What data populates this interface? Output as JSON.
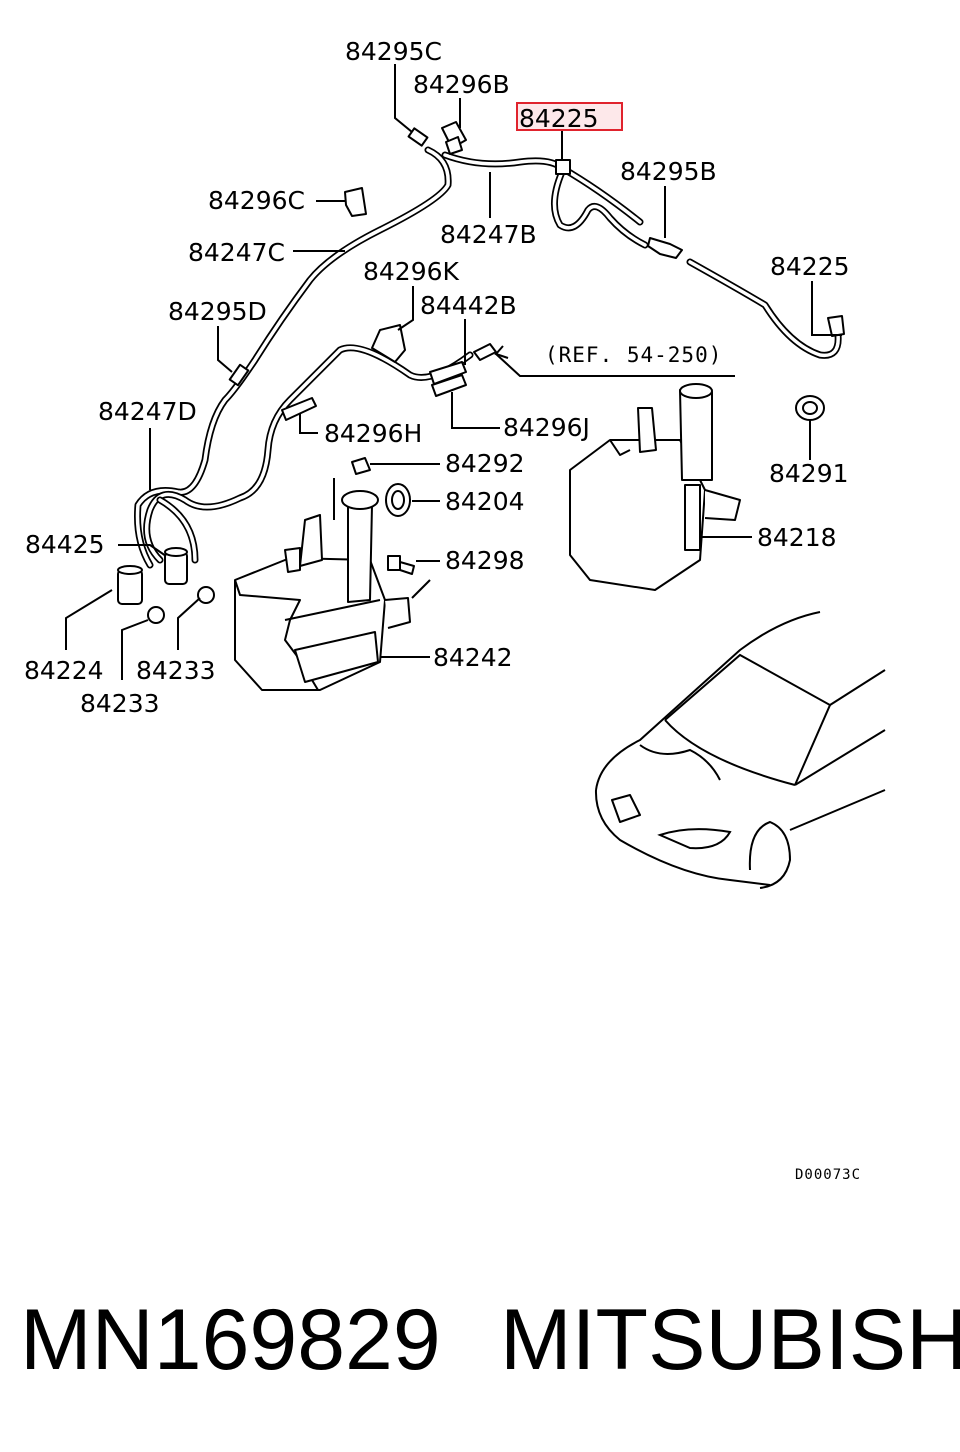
{
  "callouts": {
    "l84295C": "84295C",
    "l84296B": "84296B",
    "l84225_top": "84225",
    "l84295B": "84295B",
    "l84296C": "84296C",
    "l84247B": "84247B",
    "l84247C": "84247C",
    "l84296K": "84296K",
    "l84225_right": "84225",
    "l84442B": "84442B",
    "l84295D": "84295D",
    "l84247D": "84247D",
    "l84296H": "84296H",
    "l84296J": "84296J",
    "l84292": "84292",
    "l84291": "84291",
    "l84204": "84204",
    "l84218": "84218",
    "l84425": "84425",
    "l84298": "84298",
    "l84242": "84242",
    "l84224": "84224",
    "l84233_a": "84233",
    "l84233_b": "84233"
  },
  "reference": "(REF. 54-250)",
  "diagram_code": "D00073C",
  "highlight_color": "#e0232d",
  "highlighted_part": "84225",
  "footer": {
    "part_number": "MN169829",
    "brand": "MITSUBISHI"
  }
}
